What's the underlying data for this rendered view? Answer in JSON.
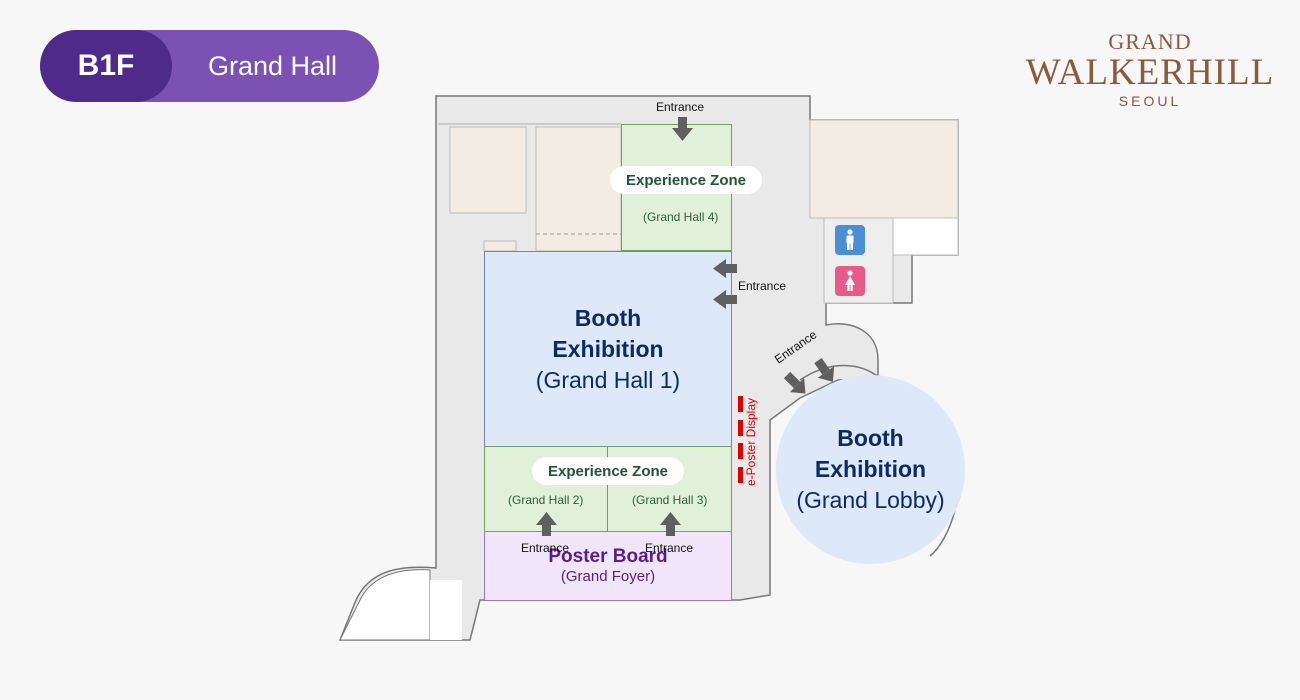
{
  "header": {
    "floor": "B1F",
    "hall": "Grand Hall"
  },
  "logo": {
    "line1": "GRAND",
    "line2": "WALKERHILL",
    "line3": "SEOUL"
  },
  "rooms": {
    "booth_hall1": {
      "title_line1": "Booth",
      "title_line2": "Exhibition",
      "subtitle": "(Grand Hall 1)"
    },
    "experience_hall4": {
      "title": "Experience Zone",
      "subtitle": "(Grand Hall 4)"
    },
    "experience_bottom": {
      "title": "Experience Zone",
      "left": "(Grand Hall 2)",
      "right": "(Grand Hall 3)"
    },
    "poster": {
      "title": "Poster Board",
      "subtitle": "(Grand Foyer)"
    },
    "booth_lobby": {
      "title_line1": "Booth",
      "title_line2": "Exhibition",
      "subtitle": "(Grand Lobby)"
    }
  },
  "labels": {
    "entrance": "Entrance",
    "eposter": "e-Poster Display"
  },
  "icons": [
    "male-restroom-icon",
    "female-restroom-icon",
    "arrow-icon"
  ],
  "colors": {
    "floor_pill": "#4e2a8a",
    "hall_pill": "#7b51b4",
    "booth": "#dde8f8",
    "experience": "#e0f0d9",
    "poster": "#f1e6f9",
    "eposter_marker": "#e00000",
    "male_wc": "#4a8fd6",
    "female_wc": "#e85a8a",
    "logo": "#8b5a3c"
  }
}
